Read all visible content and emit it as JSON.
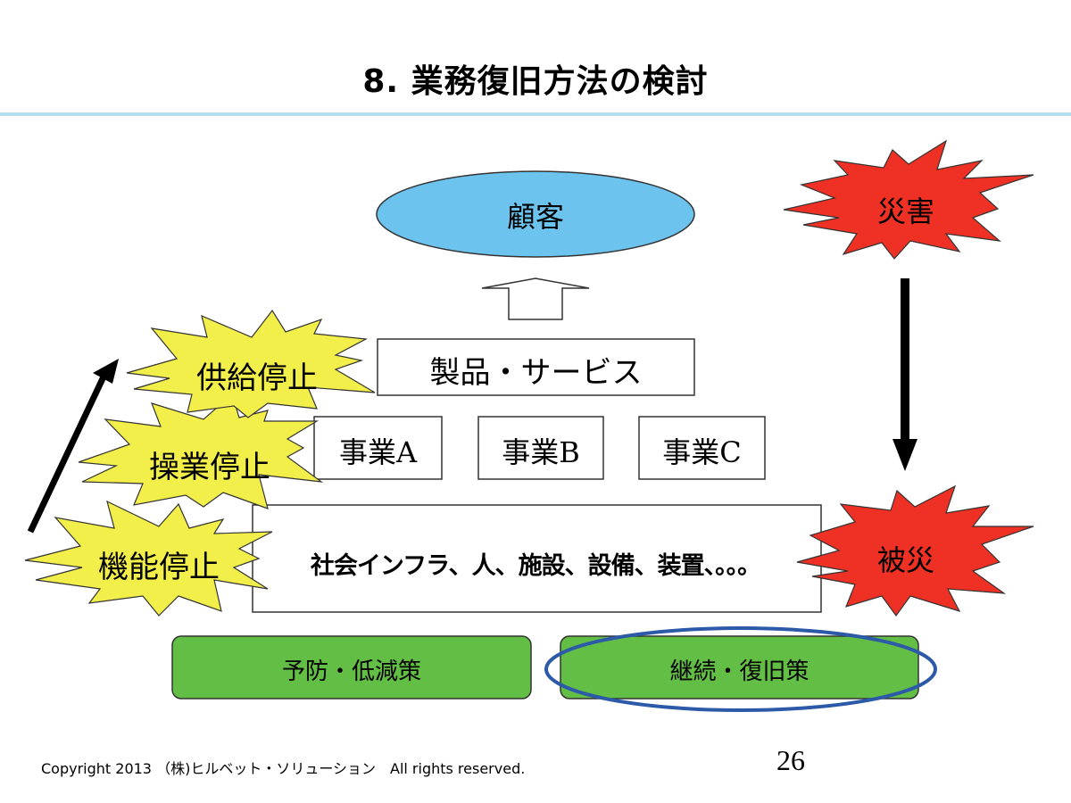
{
  "slide": {
    "title": "8. 業務復旧方法の検討",
    "page_number": "26",
    "footer": "Copyright 2013 （株)ヒルベット・ソリューション　All rights reserved."
  },
  "diagram": {
    "customer": "顧客",
    "products_services": "製品・サービス",
    "businesses": [
      "事業A",
      "事業B",
      "事業C"
    ],
    "infrastructure": "社会インフラ、人、施設、設備、装置、。。。",
    "impacts": {
      "supply_stop": "供給停止",
      "operation_stop": "操業停止",
      "function_stop": "機能停止"
    },
    "disaster": "災害",
    "damaged": "被災",
    "measures": {
      "prevention": "予防・低減策",
      "continuity": "継続・復旧策"
    },
    "colors": {
      "customer_fill": "#6cc3ee",
      "impact_fill": "#f3ef4a",
      "disaster_fill": "#ee3124",
      "measure_fill": "#63be45",
      "highlight_ellipse": "#2c5aa8",
      "title_rule": "#b3def2"
    }
  }
}
